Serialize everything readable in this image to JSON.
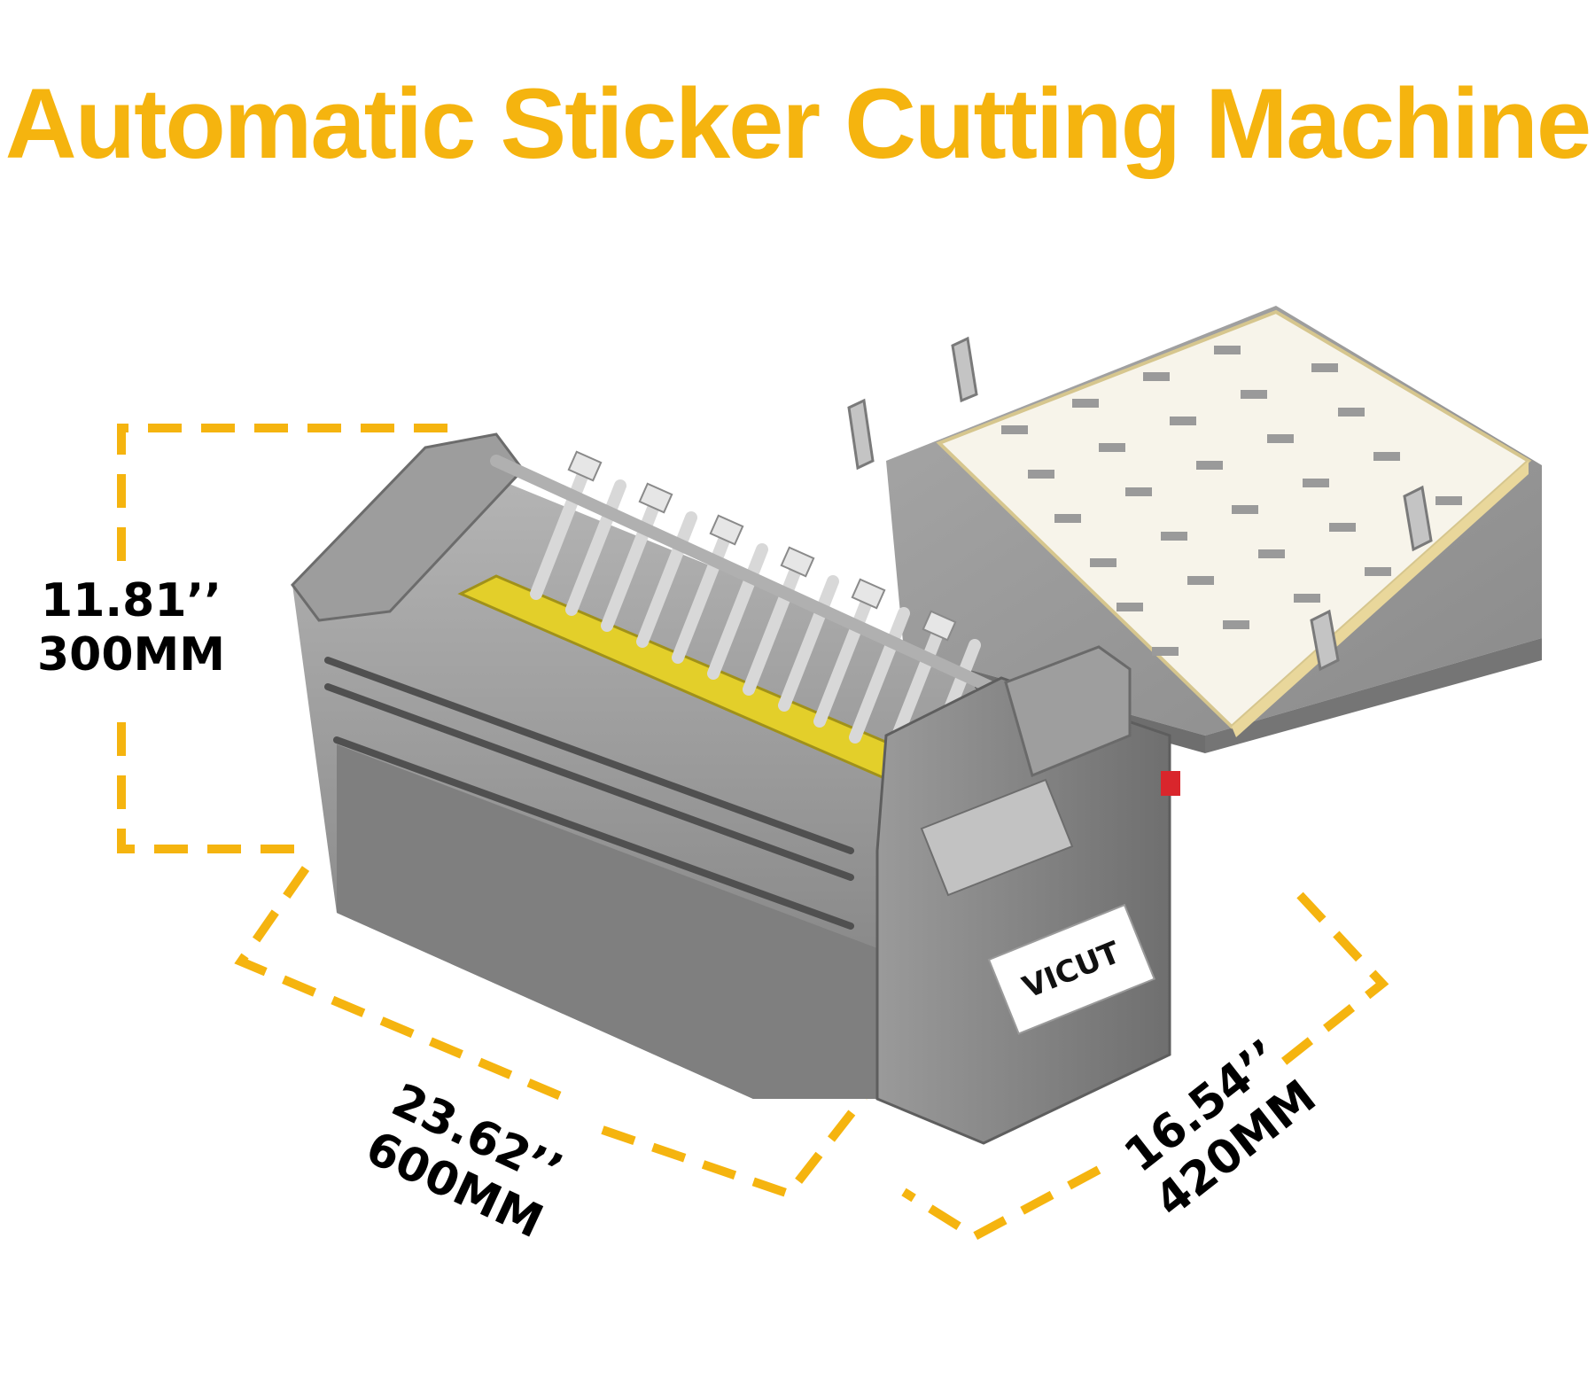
{
  "title": "Automatic Sticker Cutting Machine",
  "brand_label": "VICUT",
  "dimensions": {
    "height": {
      "inch": "11.81’’",
      "mm": "300MM"
    },
    "width": {
      "inch": "23.62’’",
      "mm": "600MM"
    },
    "depth": {
      "inch": "16.54’’",
      "mm": "420MM"
    }
  },
  "colors": {
    "accent": "#f5b40f",
    "machine_body": "#8c8c8c",
    "blade_guide": "#e3cf2a"
  }
}
